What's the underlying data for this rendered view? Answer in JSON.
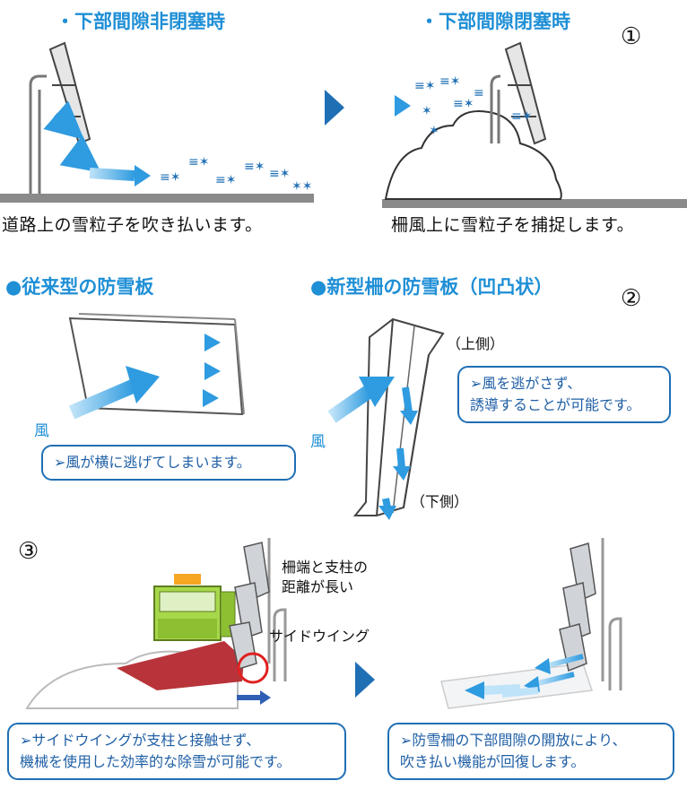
{
  "section1": {
    "left_title": "・下部間隙非閉塞時",
    "right_title": "・下部間隙閉塞時",
    "number": "①",
    "left_caption": "道路上の雪粒子を吹き払います。",
    "right_caption": "柵風上に雪粒子を捕捉します。"
  },
  "section2": {
    "left_title": "●従来型の防雪板",
    "right_title": "●新型柵の防雪板（凹凸状）",
    "number": "②",
    "wind_left": "風",
    "wind_right": "風",
    "callout_left": "➢風が横に逃げてしまいます。",
    "upper_label": "（上側）",
    "lower_label": "（下側）",
    "callout_right_line1": "➢風を逃がさず、",
    "callout_right_line2": "誘導することが可能です。"
  },
  "section3": {
    "number": "③",
    "distance_label_line1": "柵端と支柱の",
    "distance_label_line2": "距離が長い",
    "side_wing_label": "サイドウイング",
    "callout_left_line1": "➢サイドウイングが支柱と接触せず、",
    "callout_left_line2": "機械を使用した効率的な除雪が可能です。",
    "callout_right_line1": "➢防雪柵の下部間隙の開放により、",
    "callout_right_line2": "吹き払い機能が回復します。"
  },
  "colors": {
    "accent_blue": "#1f8fd6",
    "arrow_blue": "#2f9be0",
    "callout_border": "#1f6fb5",
    "road_gray": "#8a8a8a",
    "truck_green": "#a6d84a",
    "plow_red": "#b8343a"
  }
}
